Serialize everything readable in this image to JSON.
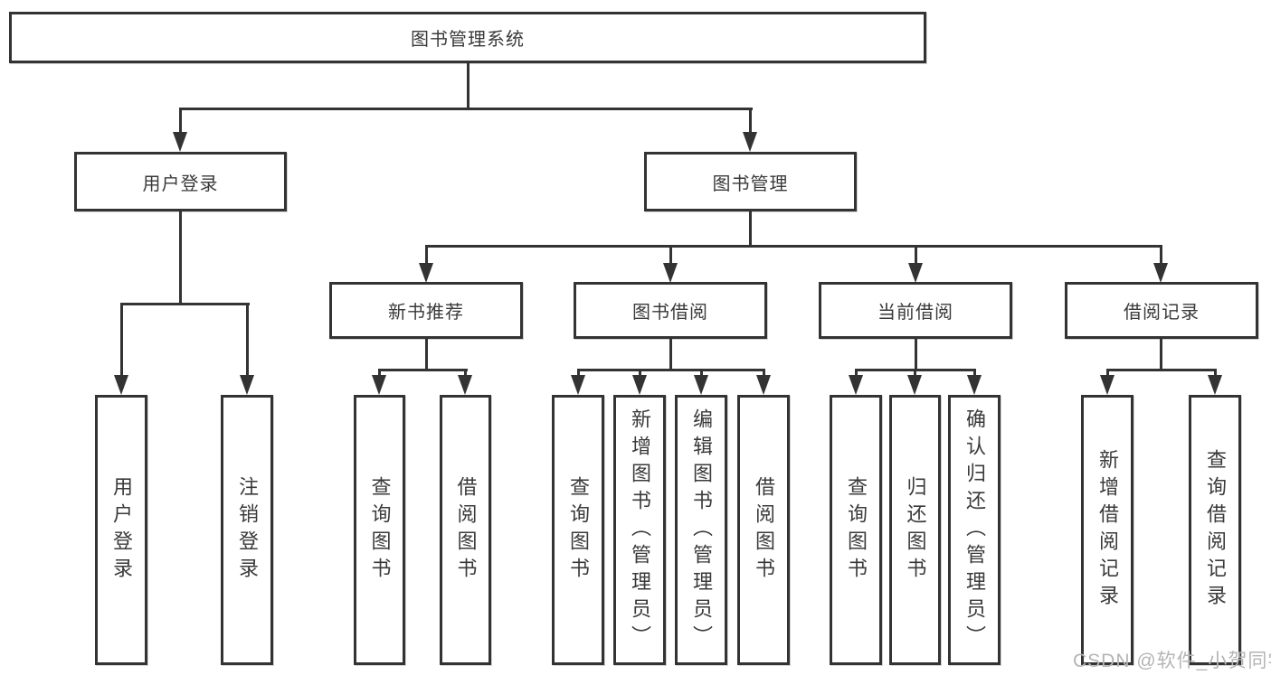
{
  "diagram": {
    "title": "图书管理系统",
    "root": {
      "label": "图书管理系统"
    },
    "level1": [
      {
        "label": "用户登录"
      },
      {
        "label": "图书管理"
      }
    ],
    "level2": [
      {
        "label": "新书推荐",
        "parent": "图书管理"
      },
      {
        "label": "图书借阅",
        "parent": "图书管理"
      },
      {
        "label": "当前借阅",
        "parent": "图书管理"
      },
      {
        "label": "借阅记录",
        "parent": "图书管理"
      }
    ],
    "leaves": [
      {
        "label": "用户登录",
        "parent": "用户登录"
      },
      {
        "label": "注销登录",
        "parent": "用户登录"
      },
      {
        "label": "查询图书",
        "parent": "新书推荐"
      },
      {
        "label": "借阅图书",
        "parent": "新书推荐"
      },
      {
        "label": "查询图书",
        "parent": "图书借阅"
      },
      {
        "label": "新增图书（管理员）",
        "parent": "图书借阅"
      },
      {
        "label": "编辑图书（管理员）",
        "parent": "图书借阅"
      },
      {
        "label": "借阅图书",
        "parent": "图书借阅"
      },
      {
        "label": "查询图书",
        "parent": "当前借阅"
      },
      {
        "label": "归还图书",
        "parent": "当前借阅"
      },
      {
        "label": "确认归还（管理员）",
        "parent": "当前借阅"
      },
      {
        "label": "新增借阅记录",
        "parent": "借阅记录"
      },
      {
        "label": "查询借阅记录",
        "parent": "借阅记录"
      }
    ]
  },
  "colors": {
    "line": "#333333",
    "text": "#3a3a3a",
    "background": "#ffffff",
    "watermark": "#b5b5b5"
  },
  "watermark": {
    "text": "CSDN @软件_小贺同学"
  }
}
